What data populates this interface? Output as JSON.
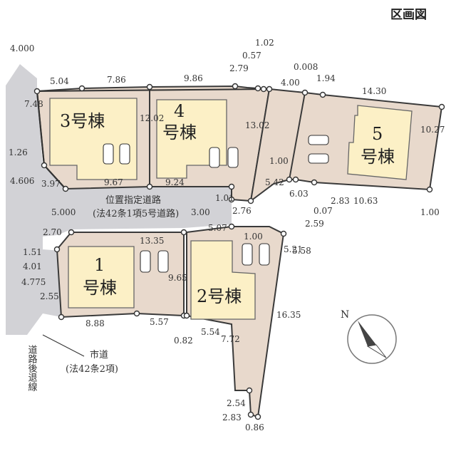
{
  "title": "区画図",
  "buildings": {
    "b1": [
      "1",
      "号棟"
    ],
    "b2": "2号棟",
    "b3": "3号棟",
    "b4": [
      "4",
      "号棟"
    ],
    "b5": [
      "5",
      "号棟"
    ]
  },
  "private_road": [
    "位置指定道路",
    "(法42条1項5号道路)"
  ],
  "city_road": [
    "市道",
    "(法42条2項)"
  ],
  "setback": "道路後退線",
  "dims": {
    "d4000": "4.000",
    "d504": "5.04",
    "d786": "7.86",
    "d986": "9.86",
    "d279": "2.79",
    "d102": "1.02",
    "d057": "0.57",
    "d400": "4.00",
    "d0008": "0.008",
    "d194": "1.94",
    "d1430": "14.30",
    "d748": "7.48",
    "d126": "1.26",
    "d4606": "4.606",
    "d397": "3.97",
    "d1202": "12.02",
    "d967": "9.67",
    "d924": "9.24",
    "d1302": "13.02",
    "d100a": "1.00",
    "d1027": "10.27",
    "d101": "1.01",
    "d276": "2.76",
    "d542": "5.42",
    "d603": "6.03",
    "d283a": "2.83",
    "d1063": "10.63",
    "d007": "0.07",
    "d259": "2.59",
    "d100b": "1.00",
    "d5000": "5.000",
    "d300": "3.00",
    "d270": "2.70",
    "d1335": "13.35",
    "d507": "5.07",
    "d100c": "1.00",
    "d558": "5.58",
    "d151": "1.51",
    "d401": "4.01",
    "d4775": "4.775",
    "d965": "9.65",
    "d521": "5.21",
    "d255": "2.55",
    "d888": "8.88",
    "d557": "5.57",
    "d082": "0.82",
    "d554": "5.54",
    "d1635": "16.35",
    "d772": "7.72",
    "d254": "2.54",
    "d283b": "2.83",
    "d086": "0.86"
  },
  "compass": "N"
}
